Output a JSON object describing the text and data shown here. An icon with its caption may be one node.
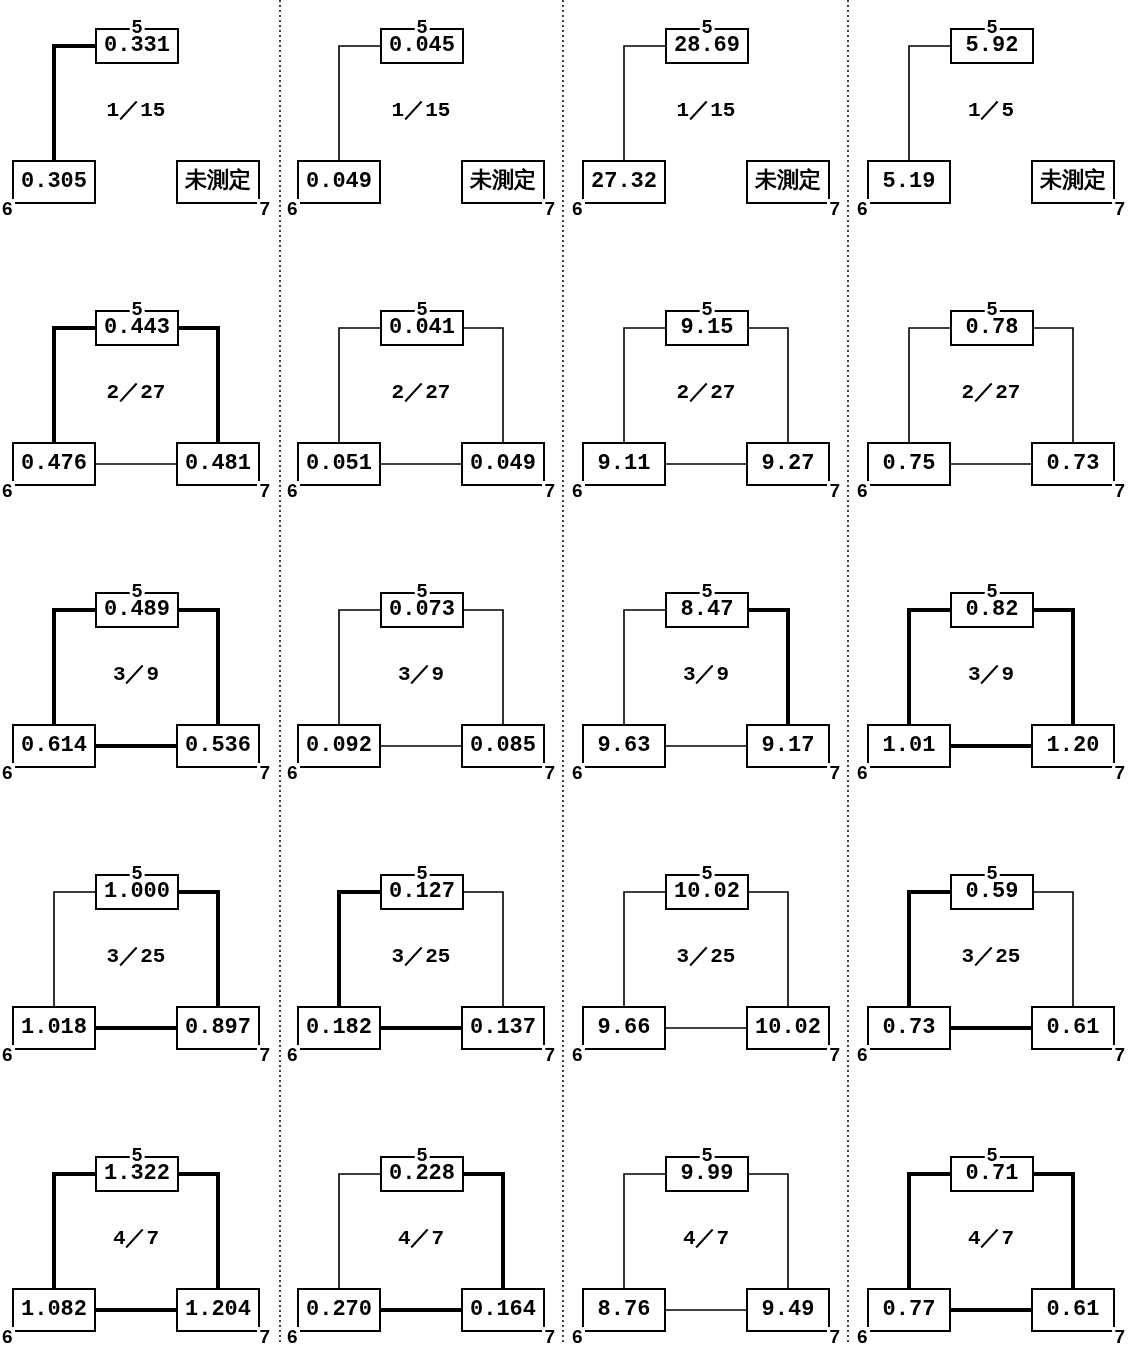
{
  "diagram": {
    "nodes": [
      {
        "text": [
          "0.331"
        ],
        "beside": [
          "5"
        ]
      },
      {
        "text": [
          "0.305"
        ],
        "beside": [
          "6"
        ]
      },
      {
        "text": [
          "未測定"
        ],
        "beside": [
          "7"
        ]
      },
      {
        "text": [
          "0.045"
        ],
        "beside": [
          "5"
        ]
      },
      {
        "text": [
          "0.049"
        ],
        "beside": [
          "6"
        ]
      },
      {
        "text": [
          "未測定"
        ],
        "beside": [
          "7"
        ]
      },
      {
        "text": [
          "28.69"
        ],
        "beside": [
          "5"
        ]
      },
      {
        "text": [
          "27.32"
        ],
        "beside": [
          "6"
        ]
      },
      {
        "text": [
          "未測定"
        ],
        "beside": [
          "7"
        ]
      },
      {
        "text": [
          "5.92"
        ],
        "beside": [
          "5"
        ]
      },
      {
        "text": [
          "5.19"
        ],
        "beside": [
          "6"
        ]
      },
      {
        "text": [
          "未測定"
        ],
        "beside": [
          "7"
        ]
      },
      {
        "text": [
          "0.443"
        ],
        "beside": [
          "5"
        ]
      },
      {
        "text": [
          "0.476"
        ],
        "beside": [
          "6"
        ]
      },
      {
        "text": [
          "0.481"
        ],
        "beside": [
          "7"
        ]
      },
      {
        "text": [
          "0.041"
        ],
        "beside": [
          "5"
        ]
      },
      {
        "text": [
          "0.051"
        ],
        "beside": [
          "6"
        ]
      },
      {
        "text": [
          "0.049"
        ],
        "beside": [
          "7"
        ]
      },
      {
        "text": [
          "9.15"
        ],
        "beside": [
          "5"
        ]
      },
      {
        "text": [
          "9.11"
        ],
        "beside": [
          "6"
        ]
      },
      {
        "text": [
          "9.27"
        ],
        "beside": [
          "7"
        ]
      },
      {
        "text": [
          "0.78"
        ],
        "beside": [
          "5"
        ]
      },
      {
        "text": [
          "0.75"
        ],
        "beside": [
          "6"
        ]
      },
      {
        "text": [
          "0.73"
        ],
        "beside": [
          "7"
        ]
      },
      {
        "text": [
          "0.489"
        ],
        "beside": [
          "5"
        ]
      },
      {
        "text": [
          "0.614"
        ],
        "beside": [
          "6"
        ]
      },
      {
        "text": [
          "0.536"
        ],
        "beside": [
          "7"
        ]
      },
      {
        "text": [
          "0.073"
        ],
        "beside": [
          "5"
        ]
      },
      {
        "text": [
          "0.092"
        ],
        "beside": [
          "6"
        ]
      },
      {
        "text": [
          "0.085"
        ],
        "beside": [
          "7"
        ]
      },
      {
        "text": [
          "8.47"
        ],
        "beside": [
          "5"
        ]
      },
      {
        "text": [
          "9.63"
        ],
        "beside": [
          "6"
        ]
      },
      {
        "text": [
          "9.17"
        ],
        "beside": [
          "7"
        ]
      },
      {
        "text": [
          "0.82"
        ],
        "beside": [
          "5"
        ]
      },
      {
        "text": [
          "1.01"
        ],
        "beside": [
          "6"
        ]
      },
      {
        "text": [
          "1.20"
        ],
        "beside": [
          "7"
        ]
      },
      {
        "text": [
          "1.000"
        ],
        "beside": [
          "5"
        ]
      },
      {
        "text": [
          "1.018"
        ],
        "beside": [
          "6"
        ]
      },
      {
        "text": [
          "0.897"
        ],
        "beside": [
          "7"
        ]
      },
      {
        "text": [
          "0.127"
        ],
        "beside": [
          "5"
        ]
      },
      {
        "text": [
          "0.182"
        ],
        "beside": [
          "6"
        ]
      },
      {
        "text": [
          "0.137"
        ],
        "beside": [
          "7"
        ]
      },
      {
        "text": [
          "10.02"
        ],
        "beside": [
          "5"
        ]
      },
      {
        "text": [
          "9.66"
        ],
        "beside": [
          "6"
        ]
      },
      {
        "text": [
          "10.02"
        ],
        "beside": [
          "7"
        ]
      },
      {
        "text": [
          "0.59"
        ],
        "beside": [
          "5"
        ]
      },
      {
        "text": [
          "0.73"
        ],
        "beside": [
          "6"
        ]
      },
      {
        "text": [
          "0.61"
        ],
        "beside": [
          "7"
        ]
      },
      {
        "text": [
          "1.322"
        ],
        "beside": [
          "5"
        ]
      },
      {
        "text": [
          "1.082"
        ],
        "beside": [
          "6"
        ]
      },
      {
        "text": [
          "1.204"
        ],
        "beside": [
          "7"
        ]
      },
      {
        "text": [
          "0.228"
        ],
        "beside": [
          "5"
        ]
      },
      {
        "text": [
          "0.270"
        ],
        "beside": [
          "6"
        ]
      },
      {
        "text": [
          "0.164"
        ],
        "beside": [
          "7"
        ]
      },
      {
        "text": [
          "9.99"
        ],
        "beside": [
          "5"
        ]
      },
      {
        "text": [
          "8.76"
        ],
        "beside": [
          "6"
        ]
      },
      {
        "text": [
          "9.49"
        ],
        "beside": [
          "7"
        ]
      },
      {
        "text": [
          "0.71"
        ],
        "beside": [
          "5"
        ]
      },
      {
        "text": [
          "0.77"
        ],
        "beside": [
          "6"
        ]
      },
      {
        "text": [
          "0.61"
        ],
        "beside": [
          "7"
        ]
      }
    ],
    "edges": [
      {
        "from": 0,
        "to": 1,
        "arrow": "none",
        "style": "thick"
      },
      {
        "from": 3,
        "to": 4,
        "arrow": "none"
      },
      {
        "from": 6,
        "to": 7,
        "arrow": "none"
      },
      {
        "from": 9,
        "to": 10,
        "arrow": "none"
      },
      {
        "from": 12,
        "to": 13,
        "arrow": "none",
        "style": "thick"
      },
      {
        "from": 12,
        "to": 14,
        "arrow": "none",
        "style": "thick"
      },
      {
        "from": 13,
        "to": 14,
        "arrow": "none"
      },
      {
        "from": 15,
        "to": 16,
        "arrow": "none"
      },
      {
        "from": 15,
        "to": 17,
        "arrow": "none"
      },
      {
        "from": 16,
        "to": 17,
        "arrow": "none"
      },
      {
        "from": 18,
        "to": 19,
        "arrow": "none"
      },
      {
        "from": 18,
        "to": 20,
        "arrow": "none"
      },
      {
        "from": 19,
        "to": 20,
        "arrow": "none"
      },
      {
        "from": 21,
        "to": 22,
        "arrow": "none"
      },
      {
        "from": 21,
        "to": 23,
        "arrow": "none"
      },
      {
        "from": 22,
        "to": 23,
        "arrow": "none"
      },
      {
        "from": 24,
        "to": 25,
        "arrow": "none",
        "style": "thick"
      },
      {
        "from": 24,
        "to": 26,
        "arrow": "none",
        "style": "thick"
      },
      {
        "from": 25,
        "to": 26,
        "arrow": "none",
        "style": "thick"
      },
      {
        "from": 27,
        "to": 28,
        "arrow": "none"
      },
      {
        "from": 27,
        "to": 29,
        "arrow": "none"
      },
      {
        "from": 28,
        "to": 29,
        "arrow": "none"
      },
      {
        "from": 30,
        "to": 31,
        "arrow": "none"
      },
      {
        "from": 30,
        "to": 32,
        "arrow": "none",
        "style": "thick"
      },
      {
        "from": 31,
        "to": 32,
        "arrow": "none"
      },
      {
        "from": 33,
        "to": 34,
        "arrow": "none",
        "style": "thick"
      },
      {
        "from": 33,
        "to": 35,
        "arrow": "none",
        "style": "thick"
      },
      {
        "from": 34,
        "to": 35,
        "arrow": "none",
        "style": "thick"
      },
      {
        "from": 36,
        "to": 37,
        "arrow": "none"
      },
      {
        "from": 36,
        "to": 38,
        "arrow": "none",
        "style": "thick"
      },
      {
        "from": 37,
        "to": 38,
        "arrow": "none",
        "style": "thick"
      },
      {
        "from": 39,
        "to": 40,
        "arrow": "none",
        "style": "thick"
      },
      {
        "from": 39,
        "to": 41,
        "arrow": "none"
      },
      {
        "from": 40,
        "to": 41,
        "arrow": "none",
        "style": "thick"
      },
      {
        "from": 42,
        "to": 43,
        "arrow": "none"
      },
      {
        "from": 42,
        "to": 44,
        "arrow": "none"
      },
      {
        "from": 43,
        "to": 44,
        "arrow": "none"
      },
      {
        "from": 45,
        "to": 46,
        "arrow": "none",
        "style": "thick"
      },
      {
        "from": 45,
        "to": 47,
        "arrow": "none"
      },
      {
        "from": 46,
        "to": 47,
        "arrow": "none",
        "style": "thick"
      },
      {
        "from": 48,
        "to": 49,
        "arrow": "none",
        "style": "thick"
      },
      {
        "from": 48,
        "to": 50,
        "arrow": "none",
        "style": "thick"
      },
      {
        "from": 49,
        "to": 50,
        "arrow": "none",
        "style": "thick"
      },
      {
        "from": 51,
        "to": 52,
        "arrow": "none"
      },
      {
        "from": 51,
        "to": 53,
        "arrow": "none",
        "style": "thick"
      },
      {
        "from": 52,
        "to": 53,
        "arrow": "none",
        "style": "thick"
      },
      {
        "from": 54,
        "to": 55,
        "arrow": "none"
      },
      {
        "from": 54,
        "to": 56,
        "arrow": "none"
      },
      {
        "from": 55,
        "to": 56,
        "arrow": "none"
      },
      {
        "from": 57,
        "to": 58,
        "arrow": "none",
        "style": "thick"
      },
      {
        "from": 57,
        "to": 59,
        "arrow": "none",
        "style": "thick"
      },
      {
        "from": 58,
        "to": 59,
        "arrow": "none",
        "style": "thick"
      }
    ],
    "labels": [
      "1／15",
      "1／15",
      "1／15",
      "1／5",
      "2／27",
      "2／27",
      "2／27",
      "2／27",
      "3／9",
      "3／9",
      "3／9",
      "3／9",
      "3／25",
      "3／25",
      "3／25",
      "3／25",
      "4／7",
      "4／7",
      "4／7",
      "4／7"
    ]
  }
}
